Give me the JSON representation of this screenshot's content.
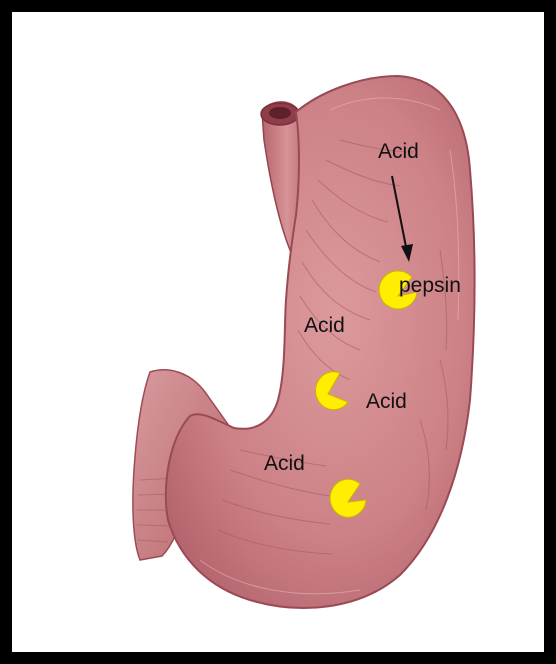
{
  "diagram": {
    "labels": {
      "acid_top": "Acid",
      "pepsin": "pepsin",
      "acid_middle_left": "Acid",
      "acid_middle_right": "Acid",
      "acid_bottom": "Acid"
    }
  },
  "colors": {
    "tissue": "#cf8488",
    "tissue_dark": "#a8545c",
    "tissue_light": "#e3a9a9",
    "pepsin": "#ffee00",
    "pepsin_edge": "#c9b400",
    "frame": "#000000"
  },
  "icons": [
    "stomach-illustration",
    "pepsin-enzyme-icon",
    "arrow-icon"
  ]
}
